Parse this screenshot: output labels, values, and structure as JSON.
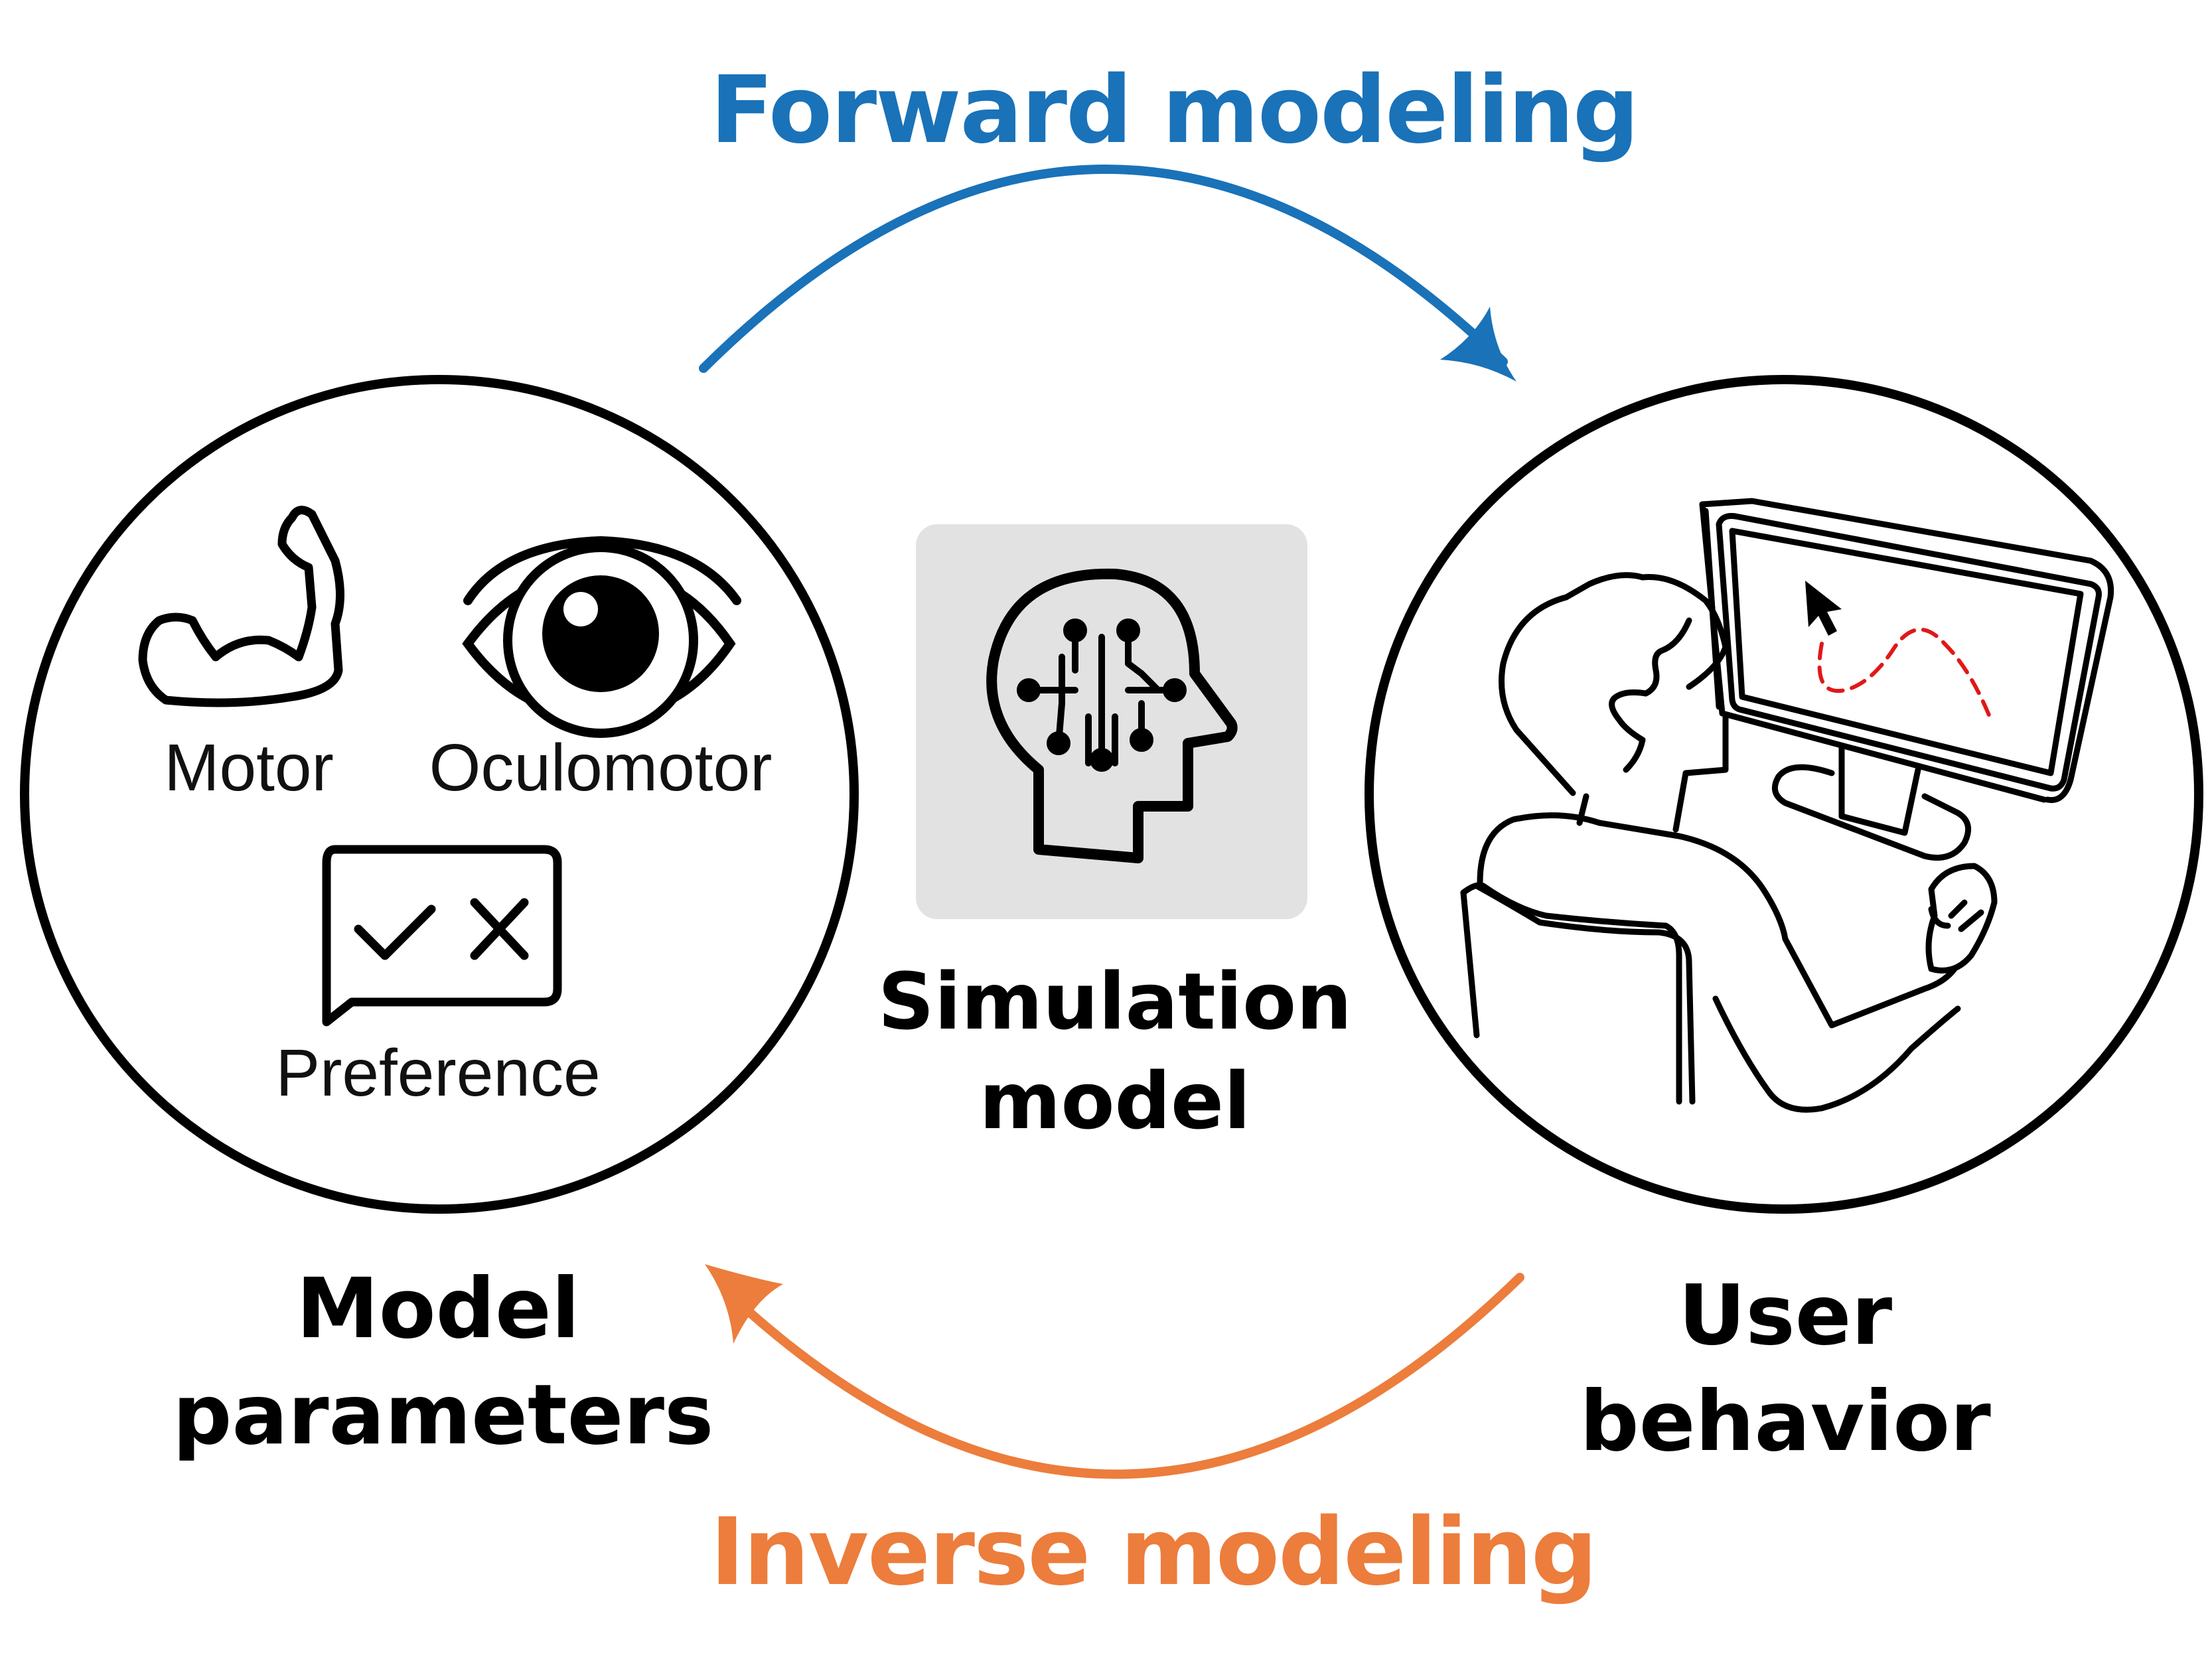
{
  "colors": {
    "forward": "#1a72b8",
    "inverse": "#ec7d3c",
    "line": "#000000",
    "model_bg": "#e2e2e2",
    "cursor_trace": "#e01818"
  },
  "forward_label": "Forward modeling",
  "inverse_label": "Inverse modeling",
  "left_panel": {
    "motor_label": "Motor",
    "oculomotor_label": "Oculomotor",
    "preference_label": "Preference",
    "caption_line1": "Model",
    "caption_line2": "parameters",
    "icons": [
      "flexed-arm-icon",
      "eye-icon",
      "check-cross-speech-bubble-icon"
    ]
  },
  "center": {
    "caption_line1": "Simulation",
    "caption_line2": "model",
    "icon": "ai-head-circuit-icon"
  },
  "right_panel": {
    "caption_line1": "User",
    "caption_line2": "behavior",
    "icons": [
      "person-at-computer-icon",
      "mouse-cursor-icon"
    ]
  }
}
